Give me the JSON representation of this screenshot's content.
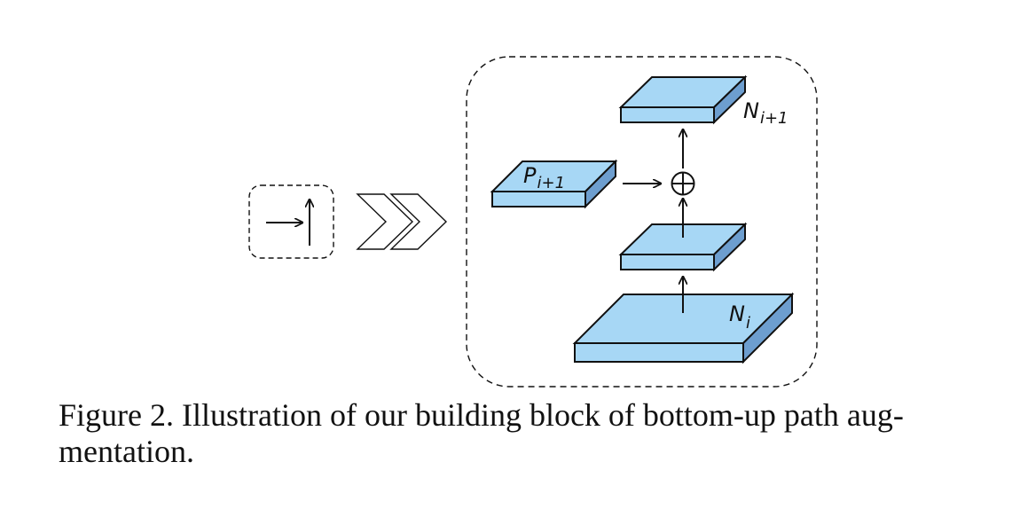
{
  "diagram": {
    "labels": {
      "p": "P",
      "p_sub": "i+1",
      "n_top": "N",
      "n_top_sub": "i+1",
      "n_bottom": "N",
      "n_bottom_sub": "i"
    },
    "colors": {
      "block_fill": "#a7d7f5",
      "block_side": "#6d9ecf",
      "stroke": "#111111"
    }
  },
  "caption": {
    "line1": "Figure 2. Illustration of our building block of bottom-up path aug-",
    "line2": "mentation."
  }
}
